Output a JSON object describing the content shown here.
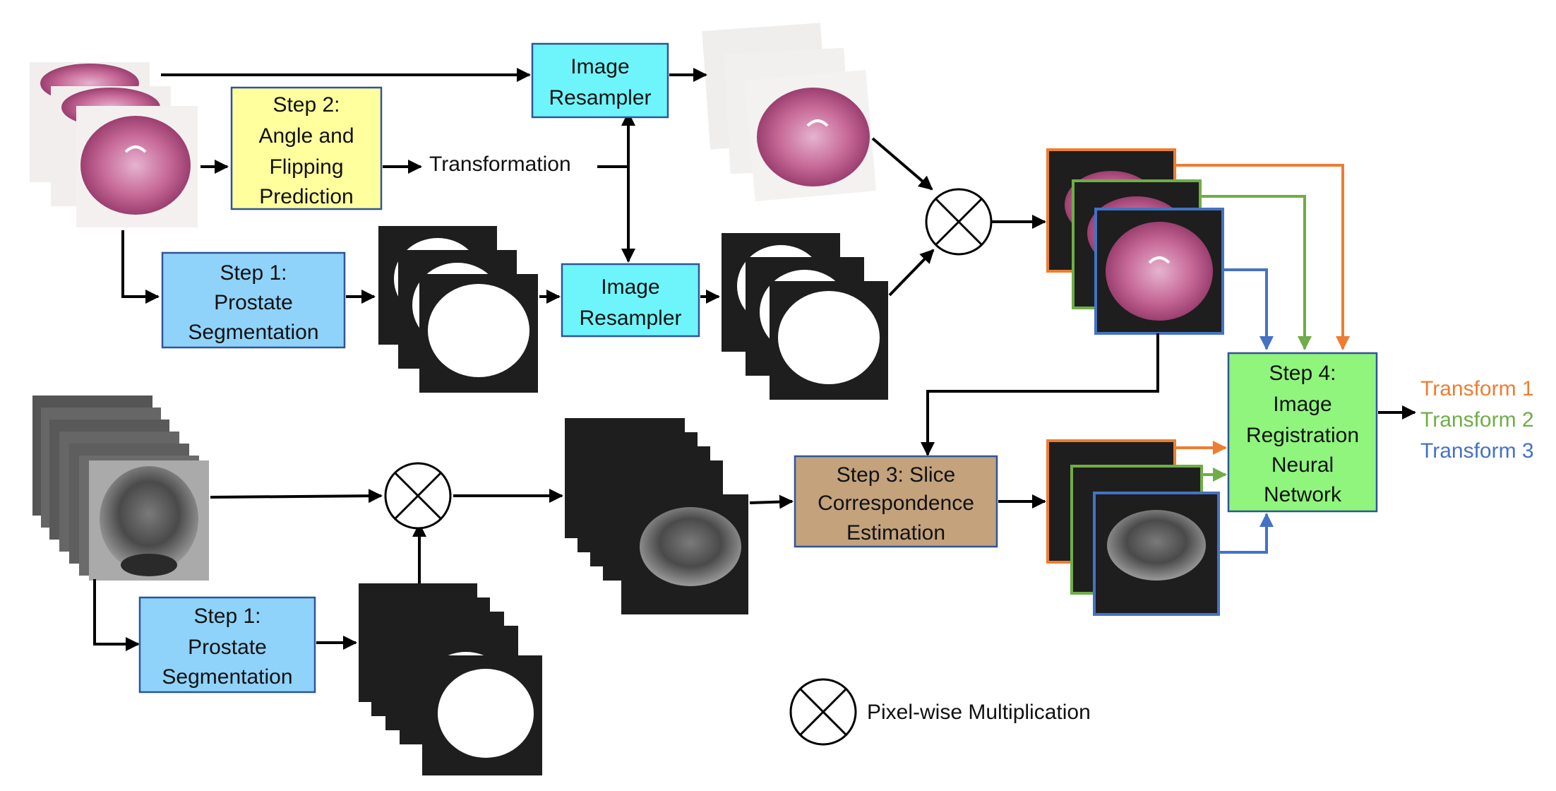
{
  "colors": {
    "segmentation_box": "#8fd3fa",
    "resampler_box": "#6ef5fb",
    "angle_box": "#ffff9e",
    "slice_box": "#c3a27c",
    "registration_box": "#8ff57c",
    "box_border": "#2f5597",
    "transform1": "#ed7d31",
    "transform2": "#70ad47",
    "transform3": "#4472c4",
    "arrow": "#000000",
    "mask_bg": "#1e1e1e",
    "histology": "#c05a8a"
  },
  "boxes": {
    "step2": [
      "Step 2:",
      "Angle and",
      "Flipping",
      "Prediction"
    ],
    "resampler_top": [
      "Image",
      "Resampler"
    ],
    "step1_top": [
      "Step 1:",
      "Prostate",
      "Segmentation"
    ],
    "resampler_mid": [
      "Image",
      "Resampler"
    ],
    "step4": [
      "Step 4:",
      "Image",
      "Registration",
      "Neural",
      "Network"
    ],
    "step3": [
      "Step 3: Slice",
      "Correspondence",
      "Estimation"
    ],
    "step1_bottom": [
      "Step 1:",
      "Prostate",
      "Segmentation"
    ]
  },
  "labels": {
    "transformation": "Transformation",
    "legend_text": "Pixel-wise Multiplication"
  },
  "outputs": [
    "Transform 1",
    "Transform 2",
    "Transform 3"
  ],
  "icons": {
    "multiply": "circled-x-icon"
  }
}
